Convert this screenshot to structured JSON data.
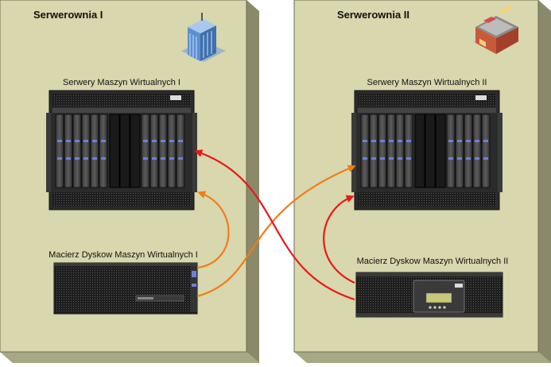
{
  "rooms": [
    {
      "title": "Serwerownia I",
      "icon": "office-building-icon",
      "server_label": "Serwery Maszyn Wirtualnych I",
      "storage_label": "Macierz Dyskow Maszyn Wirtualnych I"
    },
    {
      "title": "Serwerownia II",
      "icon": "storefront-building-icon",
      "server_label": "Serwery Maszyn Wirtualnych II",
      "storage_label": "Macierz Dyskow Maszyn Wirtualnych II"
    }
  ],
  "colors": {
    "room_fill": "#d8d7ad",
    "room_side": "#8a8a6a",
    "room_top": "#c2c19a",
    "arrow_red": "#e8191a",
    "arrow_orange": "#f07d1a",
    "device_dark": "#2b2b2b",
    "device_mid": "#4a4a4a"
  },
  "connections": [
    {
      "from": "storage-1",
      "to": "servers-1",
      "color": "orange"
    },
    {
      "from": "storage-1",
      "to": "servers-2",
      "color": "orange"
    },
    {
      "from": "storage-2",
      "to": "servers-1",
      "color": "red"
    },
    {
      "from": "storage-2",
      "to": "servers-2",
      "color": "red"
    }
  ]
}
